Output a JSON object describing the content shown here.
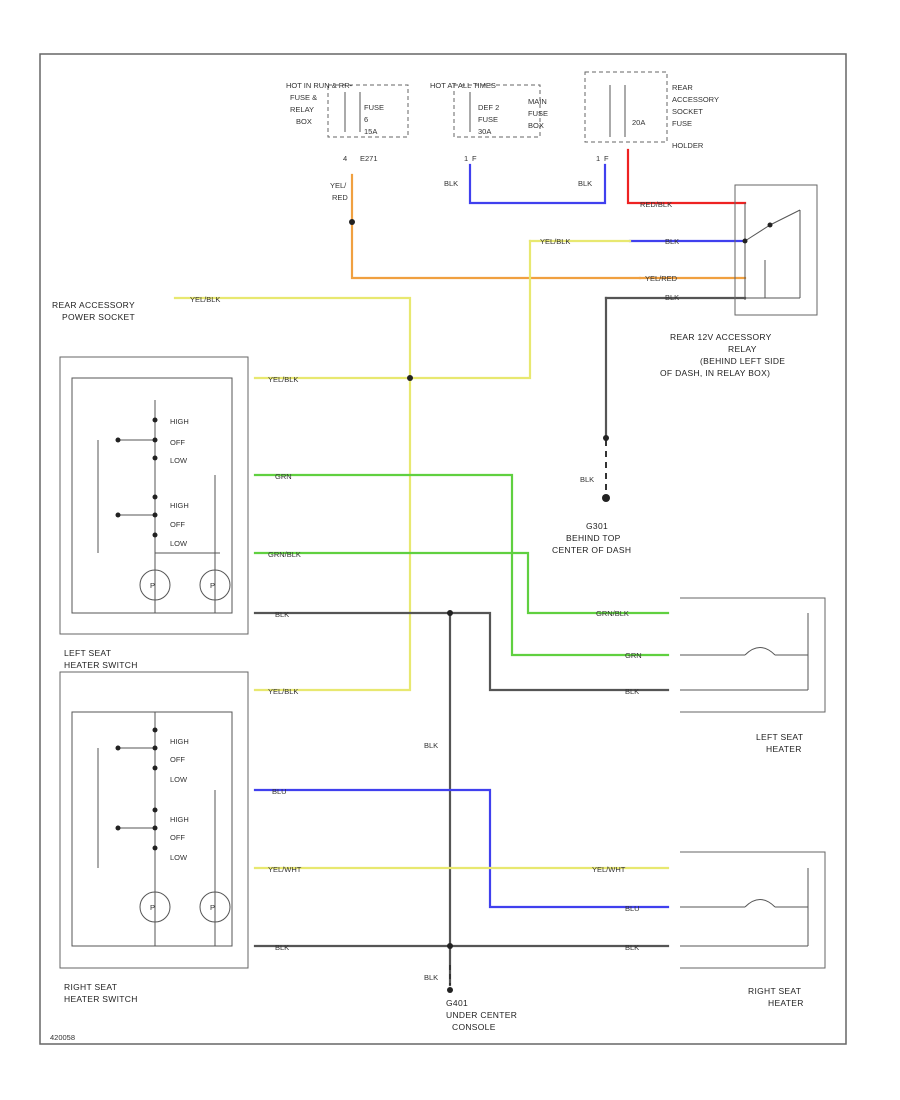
{
  "diagram": {
    "fuse_boxes": {
      "hot_in_run_line1": "HOT IN RUN & RR-",
      "hot_in_run_line2": "",
      "left_box_lines": [
        "FUSE &",
        "RELAY",
        "BOX"
      ],
      "left_fuse_label": "FUSE",
      "left_fuse_num": "6",
      "left_fuse_amp": "15A",
      "hot_at_all_times": "HOT AT ALL TIMES",
      "mid_fuse_label1": "DEF 2",
      "mid_fuse_label2": "FUSE",
      "mid_fuse_amp": "30A",
      "mid_box_lines": [
        "MAIN",
        "FUSE",
        "BOX"
      ],
      "right_fuse_amp": "20A",
      "right_box_lines": [
        "REAR",
        "ACCESSORY",
        "SOCKET",
        "FUSE",
        "HOLDER"
      ],
      "left_pin": "4",
      "left_conn": "E271",
      "mid_pin": "1",
      "mid_conn": "F"
    },
    "wire_labels": {
      "yel_red_1": "YEL/",
      "yel_red_2": "RED",
      "blk_mid": "BLK",
      "blk_right": "BLK",
      "red_blk_relay": "RED/BLK",
      "yel_blk_relay": "YEL/BLK",
      "blk_relay_in": "BLK",
      "yel_red_relay": "YEL/RED",
      "blk_relay_gnd": "BLK",
      "yel_blk_top": "YEL/BLK",
      "yel_blk_switch": "YEL/BLK",
      "grn": "GRN",
      "grn_blk": "GRN/BLK",
      "blk_switch": "BLK",
      "grn_blk_heater": "GRN/BLK",
      "grn_heater": "GRN",
      "blk_heater": "BLK",
      "yel_blk_r": "YEL/BLK",
      "blu_r": "BLU",
      "yel_wht_r": "YEL/WHT",
      "blk_r": "BLK",
      "yel_wht_heater": "YEL/WHT",
      "blu_heater": "BLU",
      "blk_heater_r": "BLK",
      "blk_vertical": "BLK",
      "blk_g301": "BLK",
      "blk_g401": "BLK"
    },
    "components": {
      "rear_socket_1": "REAR ACCESSORY",
      "rear_socket_2": "POWER SOCKET",
      "relay_1": "REAR 12V ACCESSORY",
      "relay_2": "RELAY",
      "relay_3": "(BEHIND LEFT SIDE",
      "relay_4": "OF DASH, IN RELAY BOX)",
      "ground_top_1": "G301",
      "ground_top_2": "BEHIND TOP",
      "ground_top_3": "CENTER OF DASH",
      "left_switch_1": "LEFT SEAT",
      "left_switch_2": "HEATER SWITCH",
      "left_heater_1": "LEFT SEAT",
      "left_heater_2": "HEATER",
      "right_switch_1": "RIGHT SEAT",
      "right_switch_2": "HEATER SWITCH",
      "right_heater_1": "RIGHT SEAT",
      "right_heater_2": "HEATER",
      "ground_bot_1": "G401",
      "ground_bot_2": "UNDER CENTER",
      "ground_bot_3": "CONSOLE",
      "sw_high": "HIGH",
      "sw_off": "OFF",
      "sw_low": "LOW",
      "footer_code": "420058"
    },
    "colors": {
      "yellow": "#e8e870",
      "green": "#60d040",
      "blue": "#4040ee",
      "red": "#ee2222",
      "orange": "#f0a040",
      "black": "#555555",
      "grey": "#aaaaaa"
    }
  }
}
